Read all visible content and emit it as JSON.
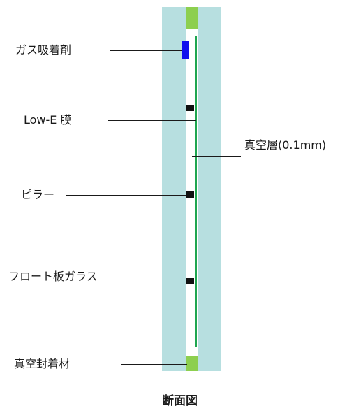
{
  "labels": {
    "getter": "ガス吸着剤",
    "lowe": "Low-E 膜",
    "vacuum": "真空層(0.1mm)",
    "pillar": "ピラー",
    "float_glass": "フロート板ガラス",
    "sealant": "真空封着材"
  },
  "caption": "断面図",
  "colors": {
    "glass": "#b7dfe0",
    "seal": "#8dcf4f",
    "lowe_film": "#1ea650",
    "getter": "#1010ee",
    "pillar": "#111111"
  }
}
